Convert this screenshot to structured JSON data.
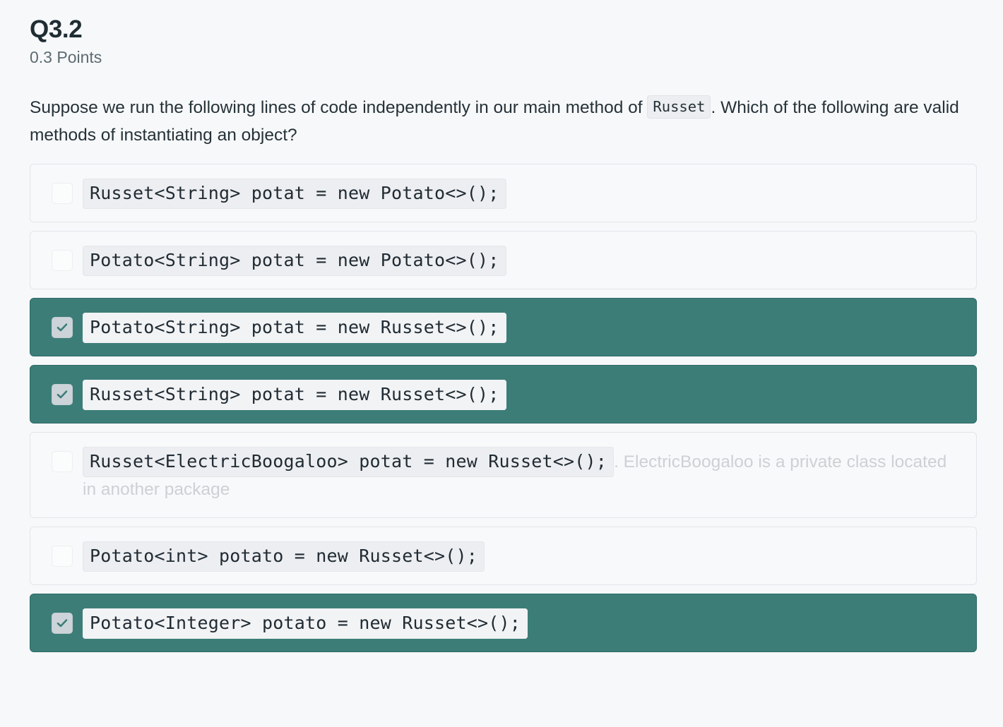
{
  "question": {
    "number": "Q3.2",
    "points": "0.3 Points",
    "prompt_part1": "Suppose we run the following lines of code independently in our main method of",
    "prompt_code": "Russet",
    "prompt_part2": ". Which of the following are valid methods of instantiating an object?"
  },
  "colors": {
    "selected_background": "#3c7d78",
    "selected_border": "#2e6a66",
    "row_background": "#f8f9fa",
    "row_border": "#e2e5ea",
    "page_background": "#f7f8fa",
    "code_background": "#eceef1",
    "text": "#253238",
    "muted_text": "#5d6b72",
    "faded_note": "#cdd0d5",
    "checkbox_checked_fill": "#ccd4d9",
    "checkmark": "#3c7d78"
  },
  "options": [
    {
      "id": "option-1",
      "code": "Russet<String> potat = new Potato<>();",
      "note": "",
      "selected": false,
      "checkbox_icon": "checkbox-empty-icon"
    },
    {
      "id": "option-2",
      "code": "Potato<String> potat = new Potato<>();",
      "note": "",
      "selected": false,
      "checkbox_icon": "checkbox-empty-icon"
    },
    {
      "id": "option-3",
      "code": "Potato<String> potat = new Russet<>();",
      "note": "",
      "selected": true,
      "checkbox_icon": "checkbox-checked-icon"
    },
    {
      "id": "option-4",
      "code": "Russet<String> potat = new Russet<>();",
      "note": "",
      "selected": true,
      "checkbox_icon": "checkbox-checked-icon"
    },
    {
      "id": "option-5",
      "code": "Russet<ElectricBoogaloo> potat = new Russet<>();",
      "note": ". ElectricBoogaloo is a private class located in another package",
      "selected": false,
      "checkbox_icon": "checkbox-empty-icon"
    },
    {
      "id": "option-6",
      "code": "Potato<int> potato = new Russet<>();",
      "note": "",
      "selected": false,
      "checkbox_icon": "checkbox-empty-icon"
    },
    {
      "id": "option-7",
      "code": "Potato<Integer> potato = new Russet<>();",
      "note": "",
      "selected": true,
      "checkbox_icon": "checkbox-checked-icon"
    }
  ]
}
